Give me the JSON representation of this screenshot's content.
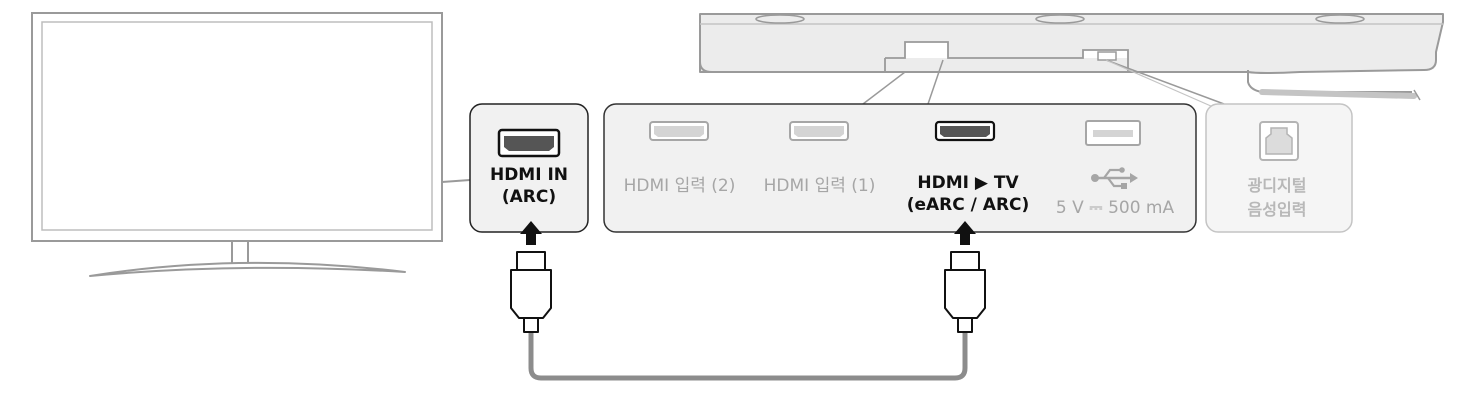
{
  "tv": {
    "port_line1": "HDMI IN",
    "port_line2": "(ARC)"
  },
  "soundbar": {
    "hdmi_in_2": "HDMI 입력 (2)",
    "hdmi_in_1": "HDMI 입력 (1)",
    "hdmi_out_line1": "HDMI ▶ TV",
    "hdmi_out_line2": "(eARC / ARC)",
    "usb_spec": "5 V ⎓ 500 mA",
    "optical_line1": "광디지털",
    "optical_line2": "음성입력"
  },
  "colors": {
    "outline": "#9a9a9a",
    "cable": "#8c8c8c",
    "panel_fill": "#f1f1f1",
    "soundbar_fill": "#ececec",
    "active_text": "#111111",
    "inactive_text": "#a6a6a6"
  },
  "icons": [
    "hdmi-port-icon",
    "usb-port-icon",
    "usb-symbol-icon",
    "optical-port-icon",
    "hdmi-plug-icon",
    "arrow-up-icon"
  ]
}
